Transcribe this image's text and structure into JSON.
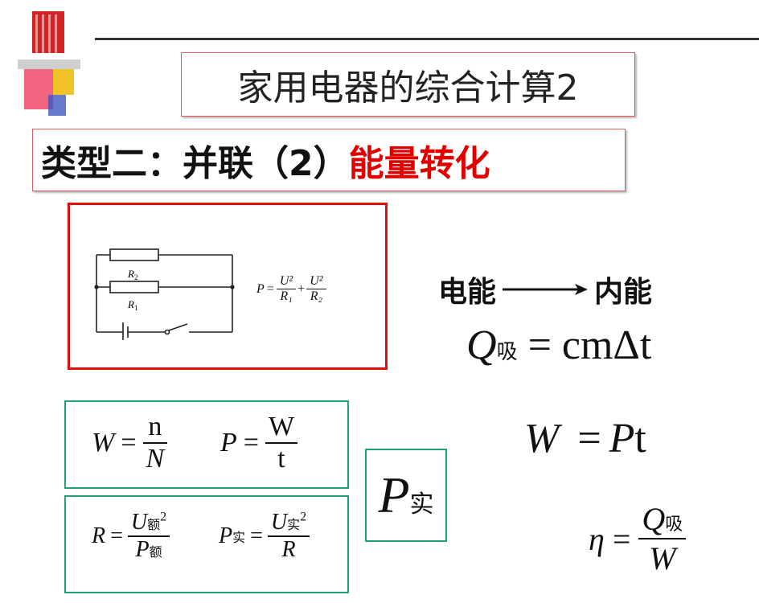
{
  "title": "家用电器的综合计算2",
  "subtitle": {
    "prefix": "类型二：并联（2）",
    "highlight": "能量转化"
  },
  "circuit": {
    "r2_label": "R",
    "r2_sub": "2",
    "r1_label": "R",
    "r1_sub": "1",
    "formula": {
      "lhs": "P",
      "eq": "=",
      "num1": "U²",
      "den1": "R₁",
      "plus": "+",
      "num2": "U²",
      "den2": "R₂"
    }
  },
  "energy": {
    "from": "电能",
    "to": "内能"
  },
  "heat_eq": {
    "Q": "Q",
    "sub": "吸",
    "rhs": "= cmΔt"
  },
  "work_eq": {
    "W": "W",
    "rhs_eq": "=",
    "P": "P",
    "t": "t"
  },
  "box1": {
    "W": "W",
    "eq": "=",
    "num": "n",
    "den": "N",
    "P": "P",
    "eq2": "=",
    "num2": "W",
    "den2": "t"
  },
  "box2": {
    "R": "R",
    "eq": "=",
    "num_U": "U",
    "num_sub": "额",
    "num_exp": "2",
    "den_P": "P",
    "den_sub": "额",
    "P": "P",
    "P_sub": "实",
    "eq2": "=",
    "num2_U": "U",
    "num2_sub": "实",
    "num2_exp": "2",
    "den2": "R"
  },
  "p_box": {
    "P": "P",
    "sub": "实"
  },
  "efficiency": {
    "eta": "η",
    "eq": "=",
    "num_Q": "Q",
    "num_sub": "吸",
    "den": "W"
  },
  "colors": {
    "title_border": "#e05a5a",
    "highlight": "#e00000",
    "circuit_border": "#e01010",
    "green_border": "#1aa37a"
  }
}
